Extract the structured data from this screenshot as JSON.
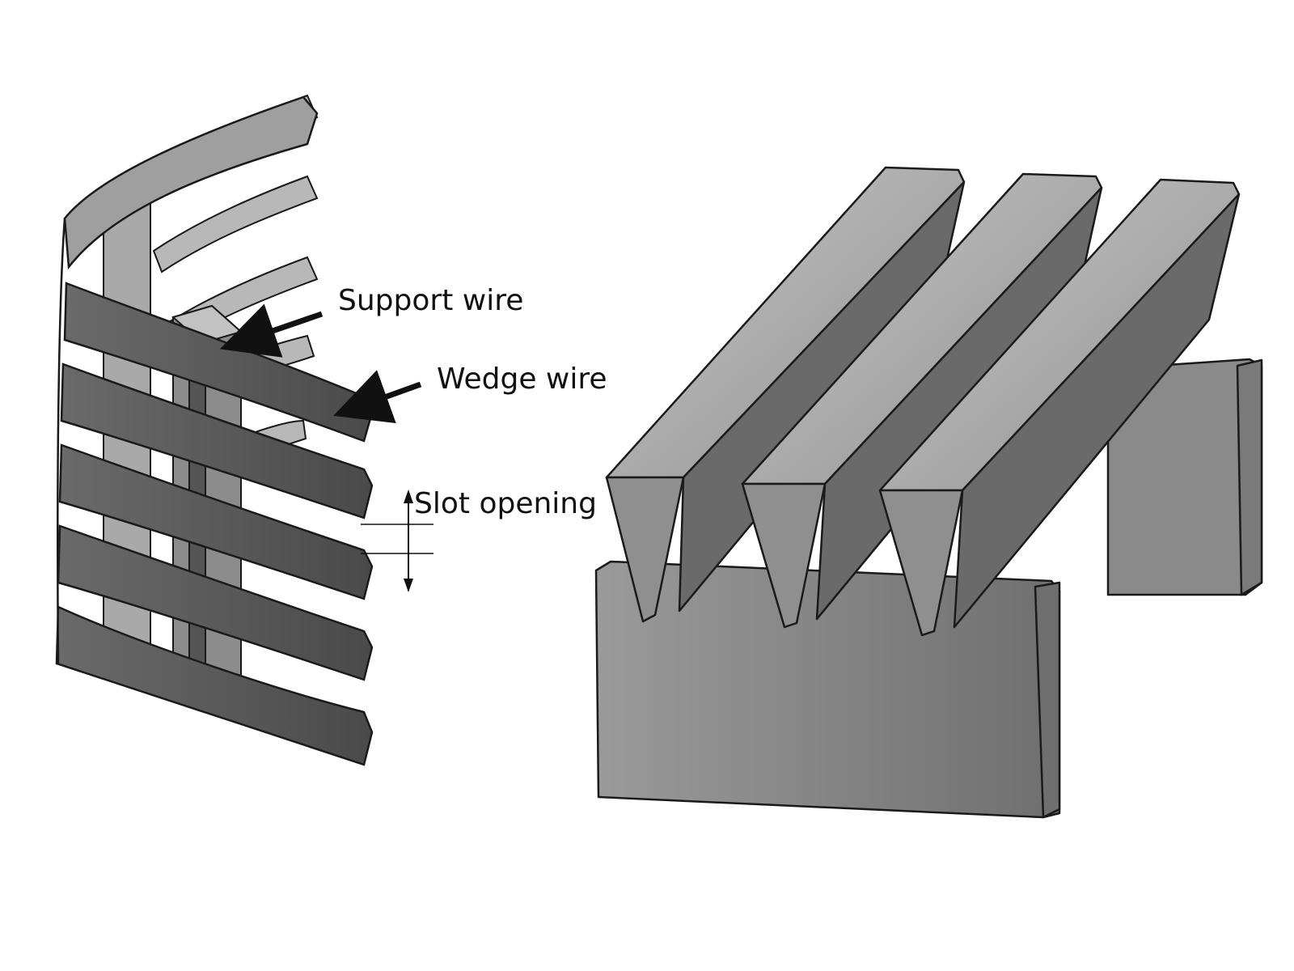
{
  "labels": {
    "support_wire": "Support wire",
    "wedge_wire": "Wedge wire",
    "slot_opening": "Slot opening"
  },
  "colors": {
    "background": "#ffffff",
    "outline": "#1a1a1a",
    "wire_dark": "#5a5a5a",
    "wire_mid": "#7f7f7f",
    "wire_light": "#b9b9b9",
    "block_face": "#8b8b8b",
    "block_side": "#777777",
    "block_top": "#a4a4a4"
  }
}
